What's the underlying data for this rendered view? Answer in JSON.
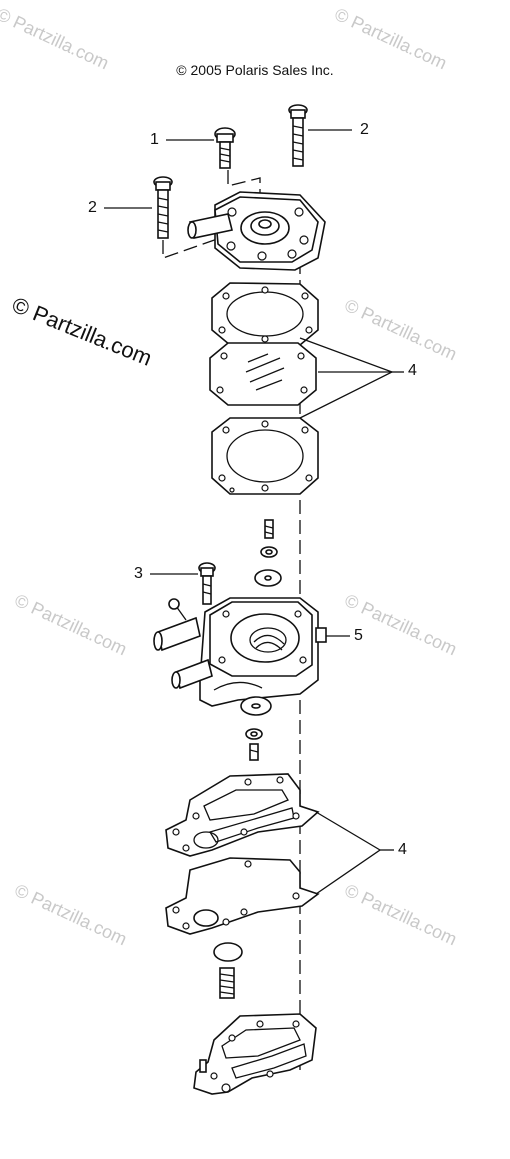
{
  "header": {
    "copyright": "© 2005 Polaris Sales Inc."
  },
  "watermark": {
    "main": "© Partzilla.com",
    "faint": "© Partzilla.com"
  },
  "callouts": {
    "c1": "1",
    "c2a": "2",
    "c2b": "2",
    "c3": "3",
    "c4a": "4",
    "c4b": "4",
    "c5": "5"
  }
}
